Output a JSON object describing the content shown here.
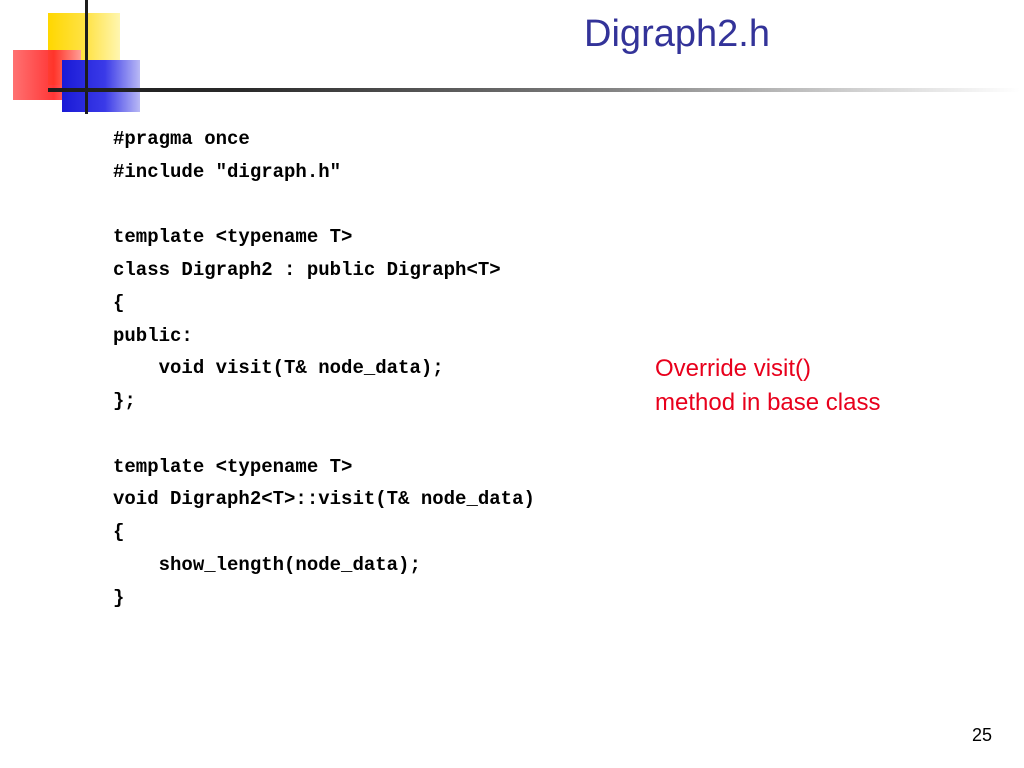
{
  "slide": {
    "title": "Digraph2.h",
    "page_number": "25",
    "code_lines": [
      "#pragma once",
      "#include \"digraph.h\"",
      "",
      "template <typename T>",
      "class Digraph2 : public Digraph<T>",
      "{",
      "public:",
      "    void visit(T& node_data);",
      "};",
      "",
      "template <typename T>",
      "void Digraph2<T>::visit(T& node_data)",
      "{",
      "    show_length(node_data);",
      "}"
    ],
    "annotation": {
      "line1": "Override visit()",
      "line2": "method in base class"
    }
  },
  "colors": {
    "title": "#333399",
    "annotation": "#e8001c",
    "code": "#000000",
    "logo_yellow": "#ffd700",
    "logo_red": "#ff2c2c",
    "logo_blue": "#1a1ad6"
  }
}
